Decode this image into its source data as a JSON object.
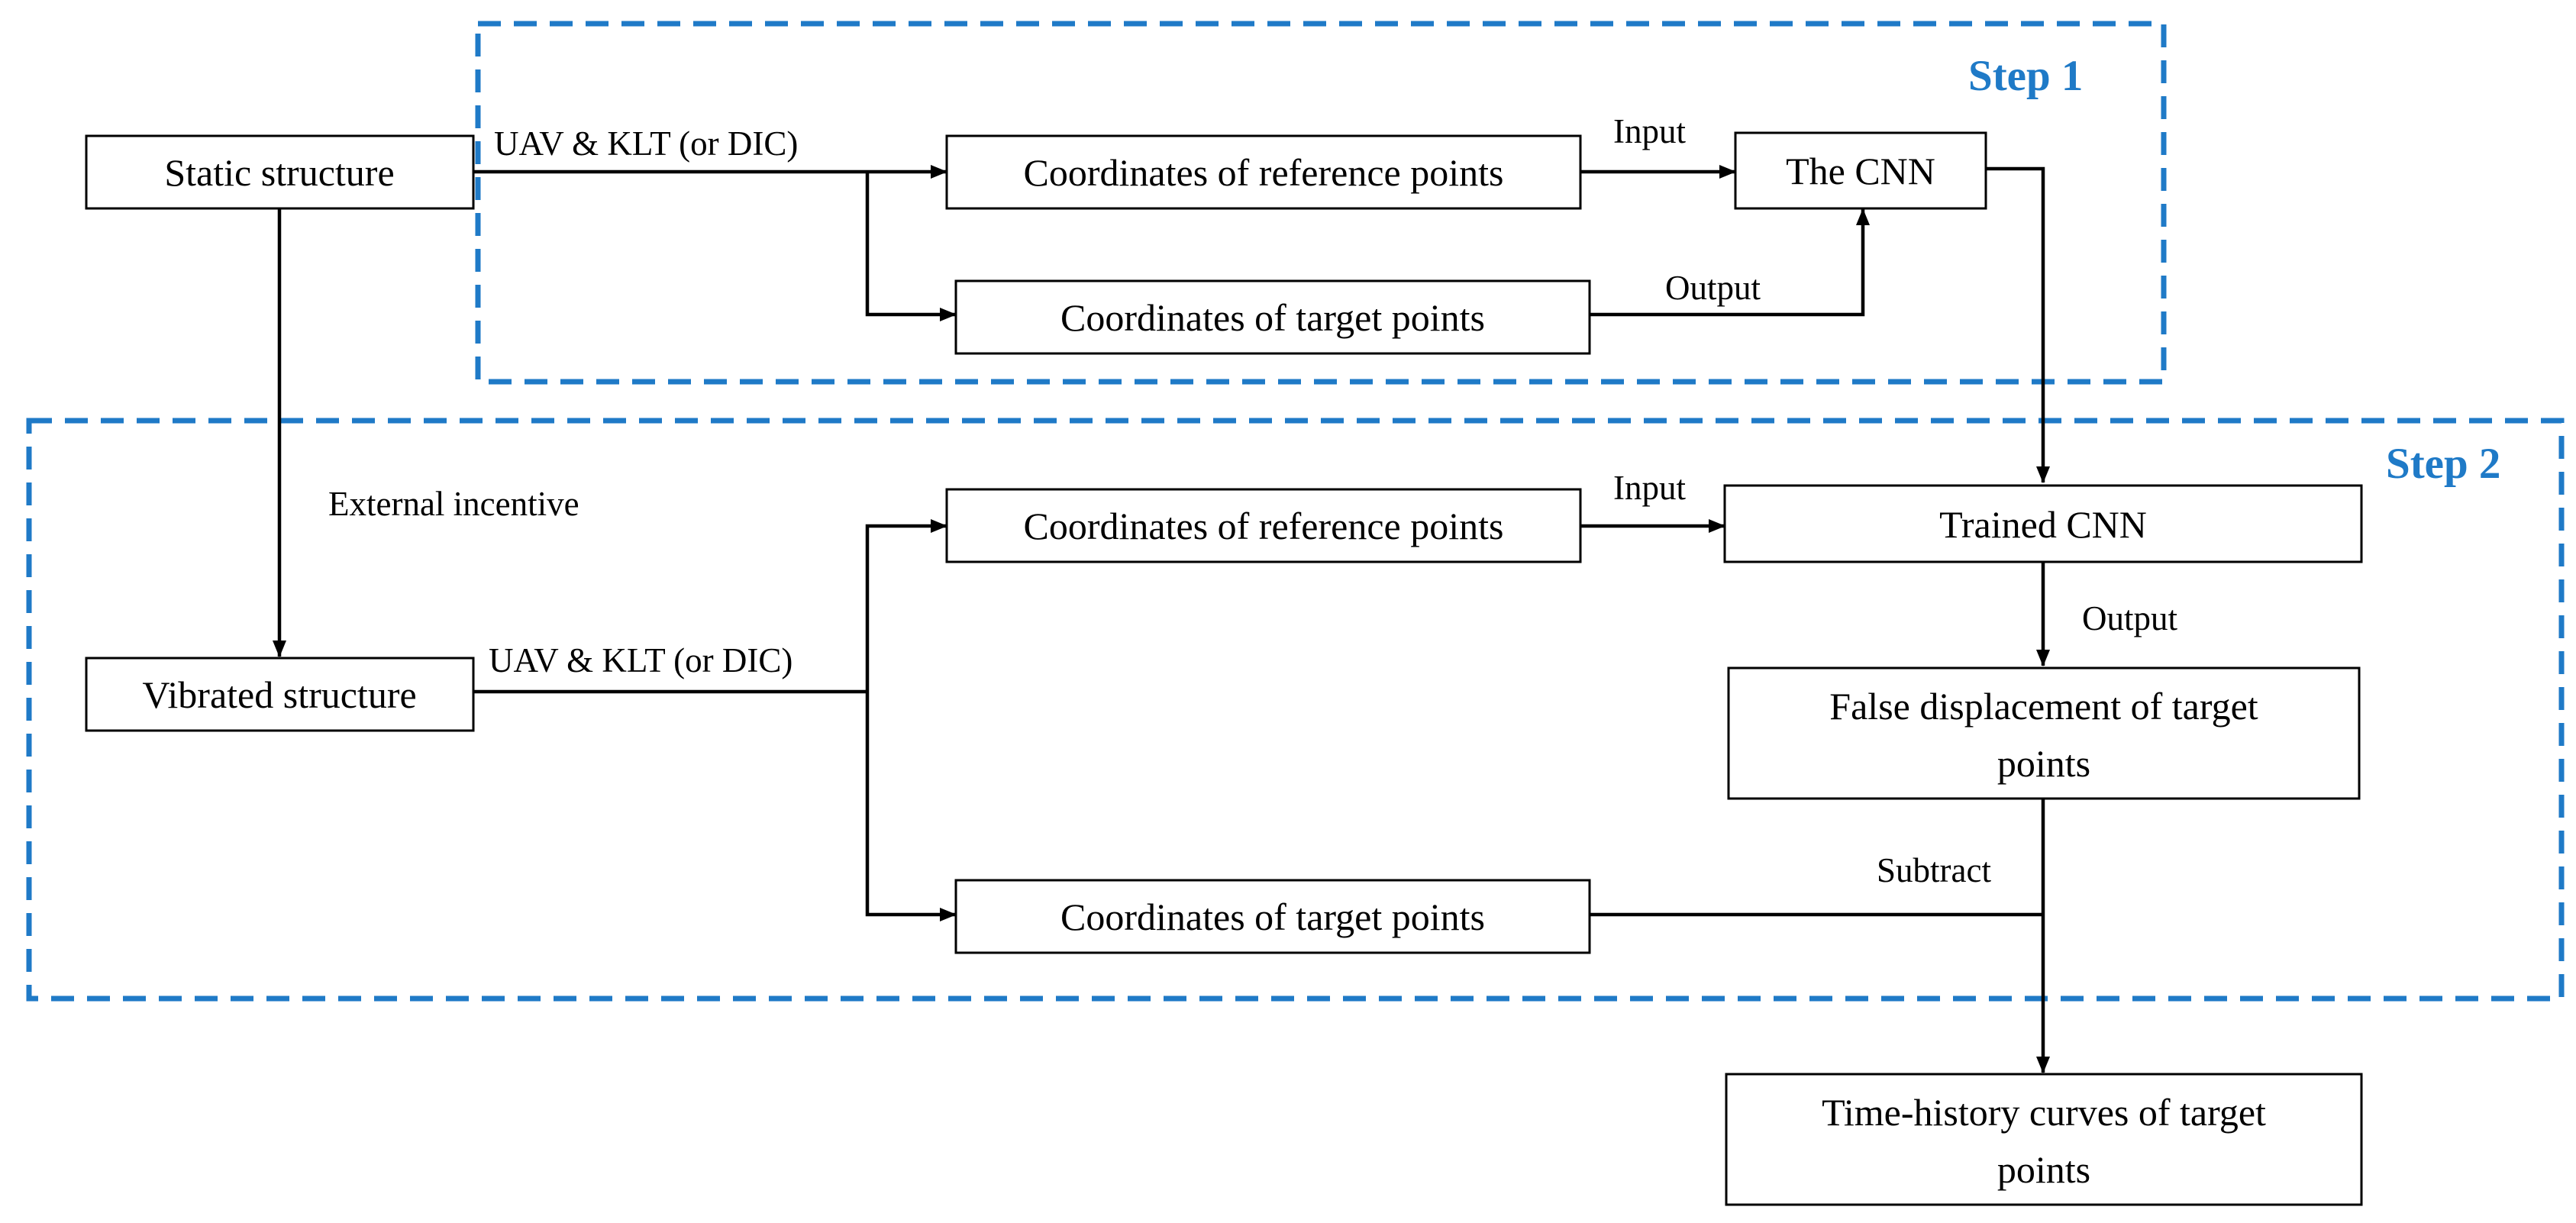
{
  "steps": {
    "step1": "Step 1",
    "step2": "Step 2"
  },
  "nodes": {
    "static_structure": "Static structure",
    "vibrated_structure": "Vibrated structure",
    "ref_points_1": "Coordinates of reference points",
    "target_points_1": "Coordinates of target points",
    "the_cnn": "The CNN",
    "ref_points_2": "Coordinates of reference points",
    "target_points_2": "Coordinates of target points",
    "trained_cnn": "Trained CNN",
    "false_displacement": [
      "False displacement of target",
      "points"
    ],
    "time_history": [
      "Time-history curves of target",
      "points"
    ]
  },
  "edge_labels": {
    "uav_klt_1": "UAV & KLT (or DIC)",
    "uav_klt_2": "UAV & KLT (or DIC)",
    "input_1": "Input",
    "output_1": "Output",
    "external_incentive": "External incentive",
    "input_2": "Input",
    "output_2": "Output",
    "subtract": "Subtract"
  },
  "colors": {
    "step_frame": "#1f7ac7",
    "line": "#000000"
  }
}
